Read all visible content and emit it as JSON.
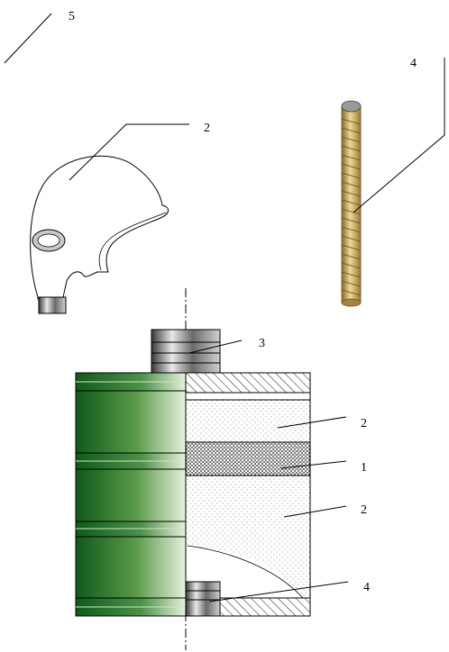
{
  "labels": {
    "top_left": "5",
    "mask": "2",
    "rod": "4",
    "cap": "3",
    "layer_upper": "2",
    "layer_middle": "1",
    "layer_lower": "2",
    "base_plug": "4"
  },
  "colors": {
    "band_dark": "#0f5a1a",
    "band_light": "#d8ecc8",
    "rod_gold": "#c8a45a",
    "rod_tip": "#9a9a9a"
  }
}
